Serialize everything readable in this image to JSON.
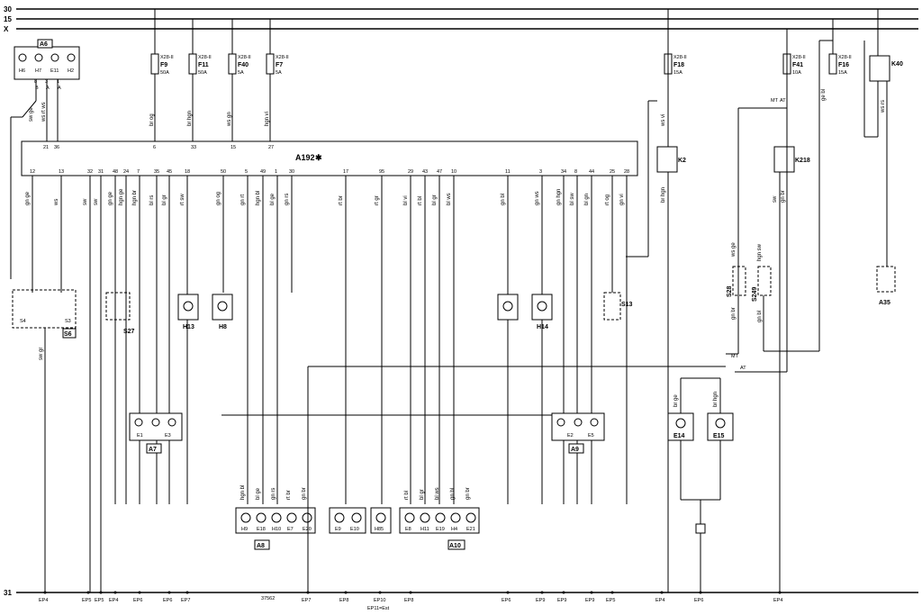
{
  "rails": {
    "top": [
      "30",
      "15",
      "X"
    ],
    "ground": "31"
  },
  "control_unit": {
    "name": "A192",
    "top_pins": [
      "21",
      "36",
      "6",
      "33",
      "15",
      "27"
    ],
    "bottom_pins": [
      "12",
      "13",
      "32",
      "31",
      "48",
      "24",
      "7",
      "35",
      "45",
      "18",
      "50",
      "5",
      "49",
      "1",
      "30",
      "17",
      "95",
      "29",
      "43",
      "47",
      "10",
      "11",
      "3",
      "34",
      "8",
      "44",
      "25",
      "28"
    ]
  },
  "fuses": [
    {
      "name": "F9",
      "rating": "50A",
      "ref": "X28-II",
      "wire": "br og"
    },
    {
      "name": "F11",
      "rating": "50A",
      "ref": "X28-II",
      "wire": "br hgn"
    },
    {
      "name": "F40",
      "rating": "5A",
      "ref": "X28-II",
      "wire": "ws gn"
    },
    {
      "name": "F7",
      "rating": "5A",
      "ref": "X28-II",
      "wire": "hgn vi"
    },
    {
      "name": "F18",
      "rating": "15A",
      "ref": "X28-II",
      "wire": ""
    },
    {
      "name": "F41",
      "rating": "10A",
      "ref": "X28-II",
      "wire": ""
    },
    {
      "name": "F16",
      "rating": "15A",
      "ref": "X28-II",
      "wire": "ge bl"
    }
  ],
  "components": {
    "A6": {
      "name": "A6",
      "lamps": [
        "H6",
        "H7",
        "E11",
        "H2"
      ],
      "pins": [
        "8",
        "3",
        "1"
      ],
      "pin_labels": [
        "B",
        "A",
        "A"
      ]
    },
    "K2": "K2",
    "K218": "K218",
    "K40": "K40",
    "S6": {
      "name": "S6",
      "switches": [
        "S4",
        "S3"
      ]
    },
    "S27": "S27",
    "H13": "H13",
    "H8": "H8",
    "H14": "H14",
    "S13": "S13",
    "S28": "S28",
    "S249": "S249",
    "A35": "A35",
    "A7": {
      "name": "A7",
      "items": [
        "E1",
        "E3"
      ]
    },
    "A9": {
      "name": "A9",
      "items": [
        "E2",
        "E5"
      ]
    },
    "E14": "E14",
    "E15": "E15",
    "A8": {
      "name": "A8",
      "items": [
        "H9",
        "E18",
        "H10",
        "E7",
        "E20"
      ]
    },
    "E9E10": [
      "E9",
      "E10"
    ],
    "H85": "H85",
    "A10": {
      "name": "A10",
      "items": [
        "E8",
        "H11",
        "E19",
        "H4",
        "E21"
      ]
    },
    "MT": "MT",
    "AT": "AT"
  },
  "wire_colors": {
    "a6_out": [
      "sw ge",
      "ws rt ws"
    ],
    "cu_down": [
      "gn ge",
      "ws",
      "sw",
      "sw",
      "gn ge",
      "hgn ge",
      "hgn br",
      "bl rs",
      "bl gr",
      "rt sw",
      "gn og",
      "gn rt",
      "hgn bl",
      "bl ge",
      "gn rs",
      "rt br",
      "rt gr",
      "bl vi",
      "rt bl",
      "bl gr",
      "bl ws",
      "gn bl",
      "gn ws",
      "gn hgn",
      "bl sw",
      "bl gn",
      "rt og",
      "gn vi",
      "ws vi"
    ],
    "k2": [
      "ws vi",
      "br hgn"
    ],
    "k218": [
      "sw",
      "gn br"
    ],
    "k40": "ws rs",
    "f41_out": [
      "MT",
      "AT"
    ],
    "s28": [
      "ws ge",
      "gn br"
    ],
    "s249": [
      "hgn sw",
      "gn bl"
    ],
    "a8_in": [
      "hgn bl",
      "bl ge",
      "gn rs",
      "rt br",
      "gn br"
    ],
    "a10_in": [
      "rt bl",
      "bl gr",
      "bl ws",
      "gn bl",
      "gn br"
    ],
    "e9_in": "rt gr",
    "h85_in": "bl vi",
    "a7_in": [
      "bl rs",
      "bl gr",
      "rt sw"
    ],
    "a9_in": [
      "bl sw",
      "bl gn",
      "rt og"
    ],
    "e14_in": "br ge",
    "e15_in": "br hgn",
    "s6_out": "sw gr"
  },
  "ground_points": [
    "EP4",
    "EP5",
    "EP5",
    "EP4",
    "EP6",
    "EP6",
    "EP7",
    "EP7",
    "EP8",
    "EP10",
    "EP8",
    "EP6",
    "EP9",
    "EP9",
    "EP9",
    "EP5",
    "EP4",
    "EP6",
    "EP4"
  ],
  "ground_note": "EP11=Est",
  "page_id": "37562"
}
